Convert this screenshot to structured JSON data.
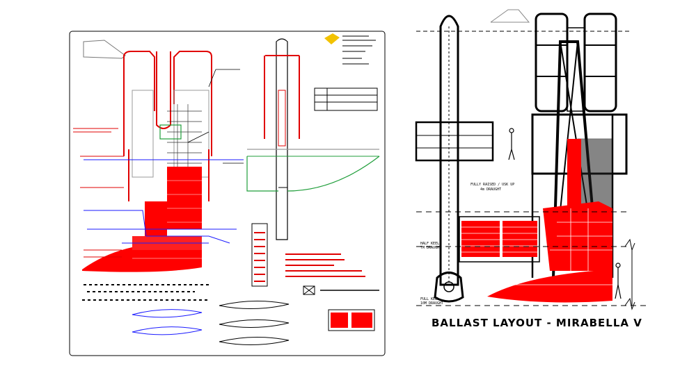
{
  "title": "BALLAST LAYOUT - MIRABELLA V",
  "labels": {
    "fully_raised": "FULLY RAISED / USK UP",
    "draught_top": "4m DRAUGHT",
    "half_keel": "HALF KEEL",
    "half_keel_draught": "7M DRAUGHT",
    "full_keel": "FULL KEEL",
    "full_keel_draught": "10M DRAUGHT"
  },
  "colors": {
    "line": "#000000",
    "ballast": "#ff0000",
    "accent_blue": "#1a1aff",
    "accent_green": "#1f9e3a",
    "title_block": "#f2c200"
  }
}
